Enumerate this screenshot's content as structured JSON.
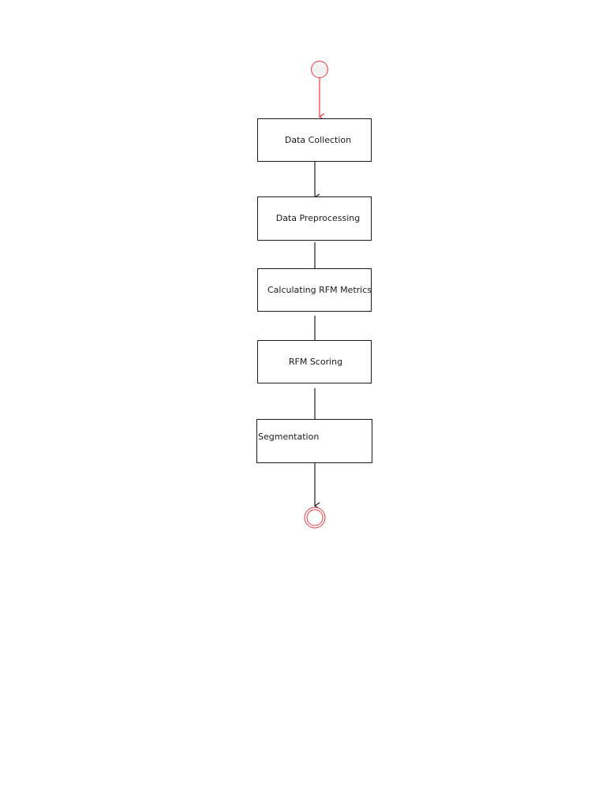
{
  "diagram": {
    "type": "activity",
    "colors": {
      "start_end": "#e8393f",
      "start_fill": "#f2f2f2",
      "box_stroke": "#1a1a1a",
      "arrow": "#1a1a1a"
    },
    "nodes": [
      {
        "id": "start",
        "kind": "initial"
      },
      {
        "id": "data-collection",
        "kind": "activity",
        "label": "Data Collection"
      },
      {
        "id": "data-preprocessing",
        "kind": "activity",
        "label": "Data Preprocessing"
      },
      {
        "id": "calculating-rfm-metrics",
        "kind": "activity",
        "label": "Calculating RFM Metrics"
      },
      {
        "id": "rfm-scoring",
        "kind": "activity",
        "label": "RFM Scoring"
      },
      {
        "id": "segmentation",
        "kind": "activity",
        "label": "Segmentation"
      },
      {
        "id": "end",
        "kind": "final"
      }
    ],
    "edges": [
      {
        "from": "start",
        "to": "data-collection"
      },
      {
        "from": "data-collection",
        "to": "data-preprocessing"
      },
      {
        "from": "data-preprocessing",
        "to": "calculating-rfm-metrics"
      },
      {
        "from": "calculating-rfm-metrics",
        "to": "rfm-scoring"
      },
      {
        "from": "rfm-scoring",
        "to": "segmentation"
      },
      {
        "from": "segmentation",
        "to": "end"
      }
    ]
  }
}
